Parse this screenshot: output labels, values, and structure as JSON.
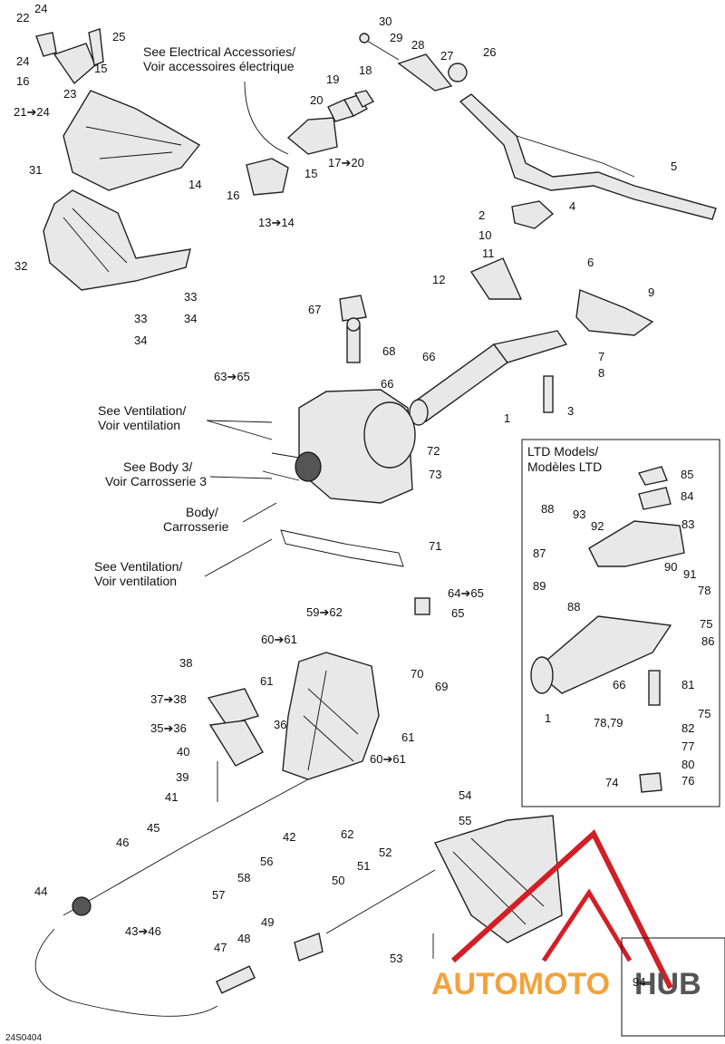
{
  "diagram_id": "24S0404",
  "notes": {
    "electrical": [
      "See Electrical Accessories/",
      "Voir accessoires électrique"
    ],
    "ventilation_top": [
      "See Ventilation/",
      "Voir ventilation"
    ],
    "body3": [
      "See Body 3/",
      "Voir Carrosserie 3"
    ],
    "body": [
      "Body/",
      "Carrosserie"
    ],
    "ventilation_bottom": [
      "See Ventilation/",
      "Voir ventilation"
    ]
  },
  "ltd_box": {
    "title_line1": "LTD Models/",
    "title_line2": "Modèles LTD"
  },
  "watermark": {
    "brand": "AUTOMOTOHUB",
    "colors": {
      "red": "#d21f26",
      "orange": "#f2a23c"
    }
  },
  "labels": [
    "24",
    "22",
    "25",
    "24",
    "15",
    "16",
    "23",
    "21➔24",
    "31",
    "32",
    "33",
    "33",
    "34",
    "34",
    "See Electrical Accessories/",
    "14",
    "16",
    "13➔14",
    "15",
    "17➔20",
    "20",
    "19",
    "18",
    "30",
    "29",
    "28",
    "27",
    "26",
    "5",
    "2",
    "4",
    "10",
    "11",
    "12",
    "6",
    "9",
    "67",
    "68",
    "66",
    "66",
    "1",
    "3",
    "7",
    "8",
    "63➔65",
    "72",
    "73",
    "71",
    "64➔65",
    "65",
    "59➔62",
    "60➔61",
    "61",
    "70",
    "69",
    "61",
    "60➔61",
    "38",
    "37➔38",
    "36",
    "35➔36",
    "40",
    "39",
    "41",
    "42",
    "56",
    "62",
    "45",
    "46",
    "58",
    "57",
    "44",
    "43➔46",
    "47",
    "48",
    "49",
    "50",
    "51",
    "52",
    "54",
    "55",
    "53",
    "94",
    "85",
    "84",
    "88",
    "93",
    "92",
    "83",
    "87",
    "89",
    "88",
    "90",
    "91",
    "78",
    "75",
    "86",
    "81",
    "66",
    "75",
    "82",
    "78,79",
    "77",
    "80",
    "74",
    "76",
    "1"
  ]
}
